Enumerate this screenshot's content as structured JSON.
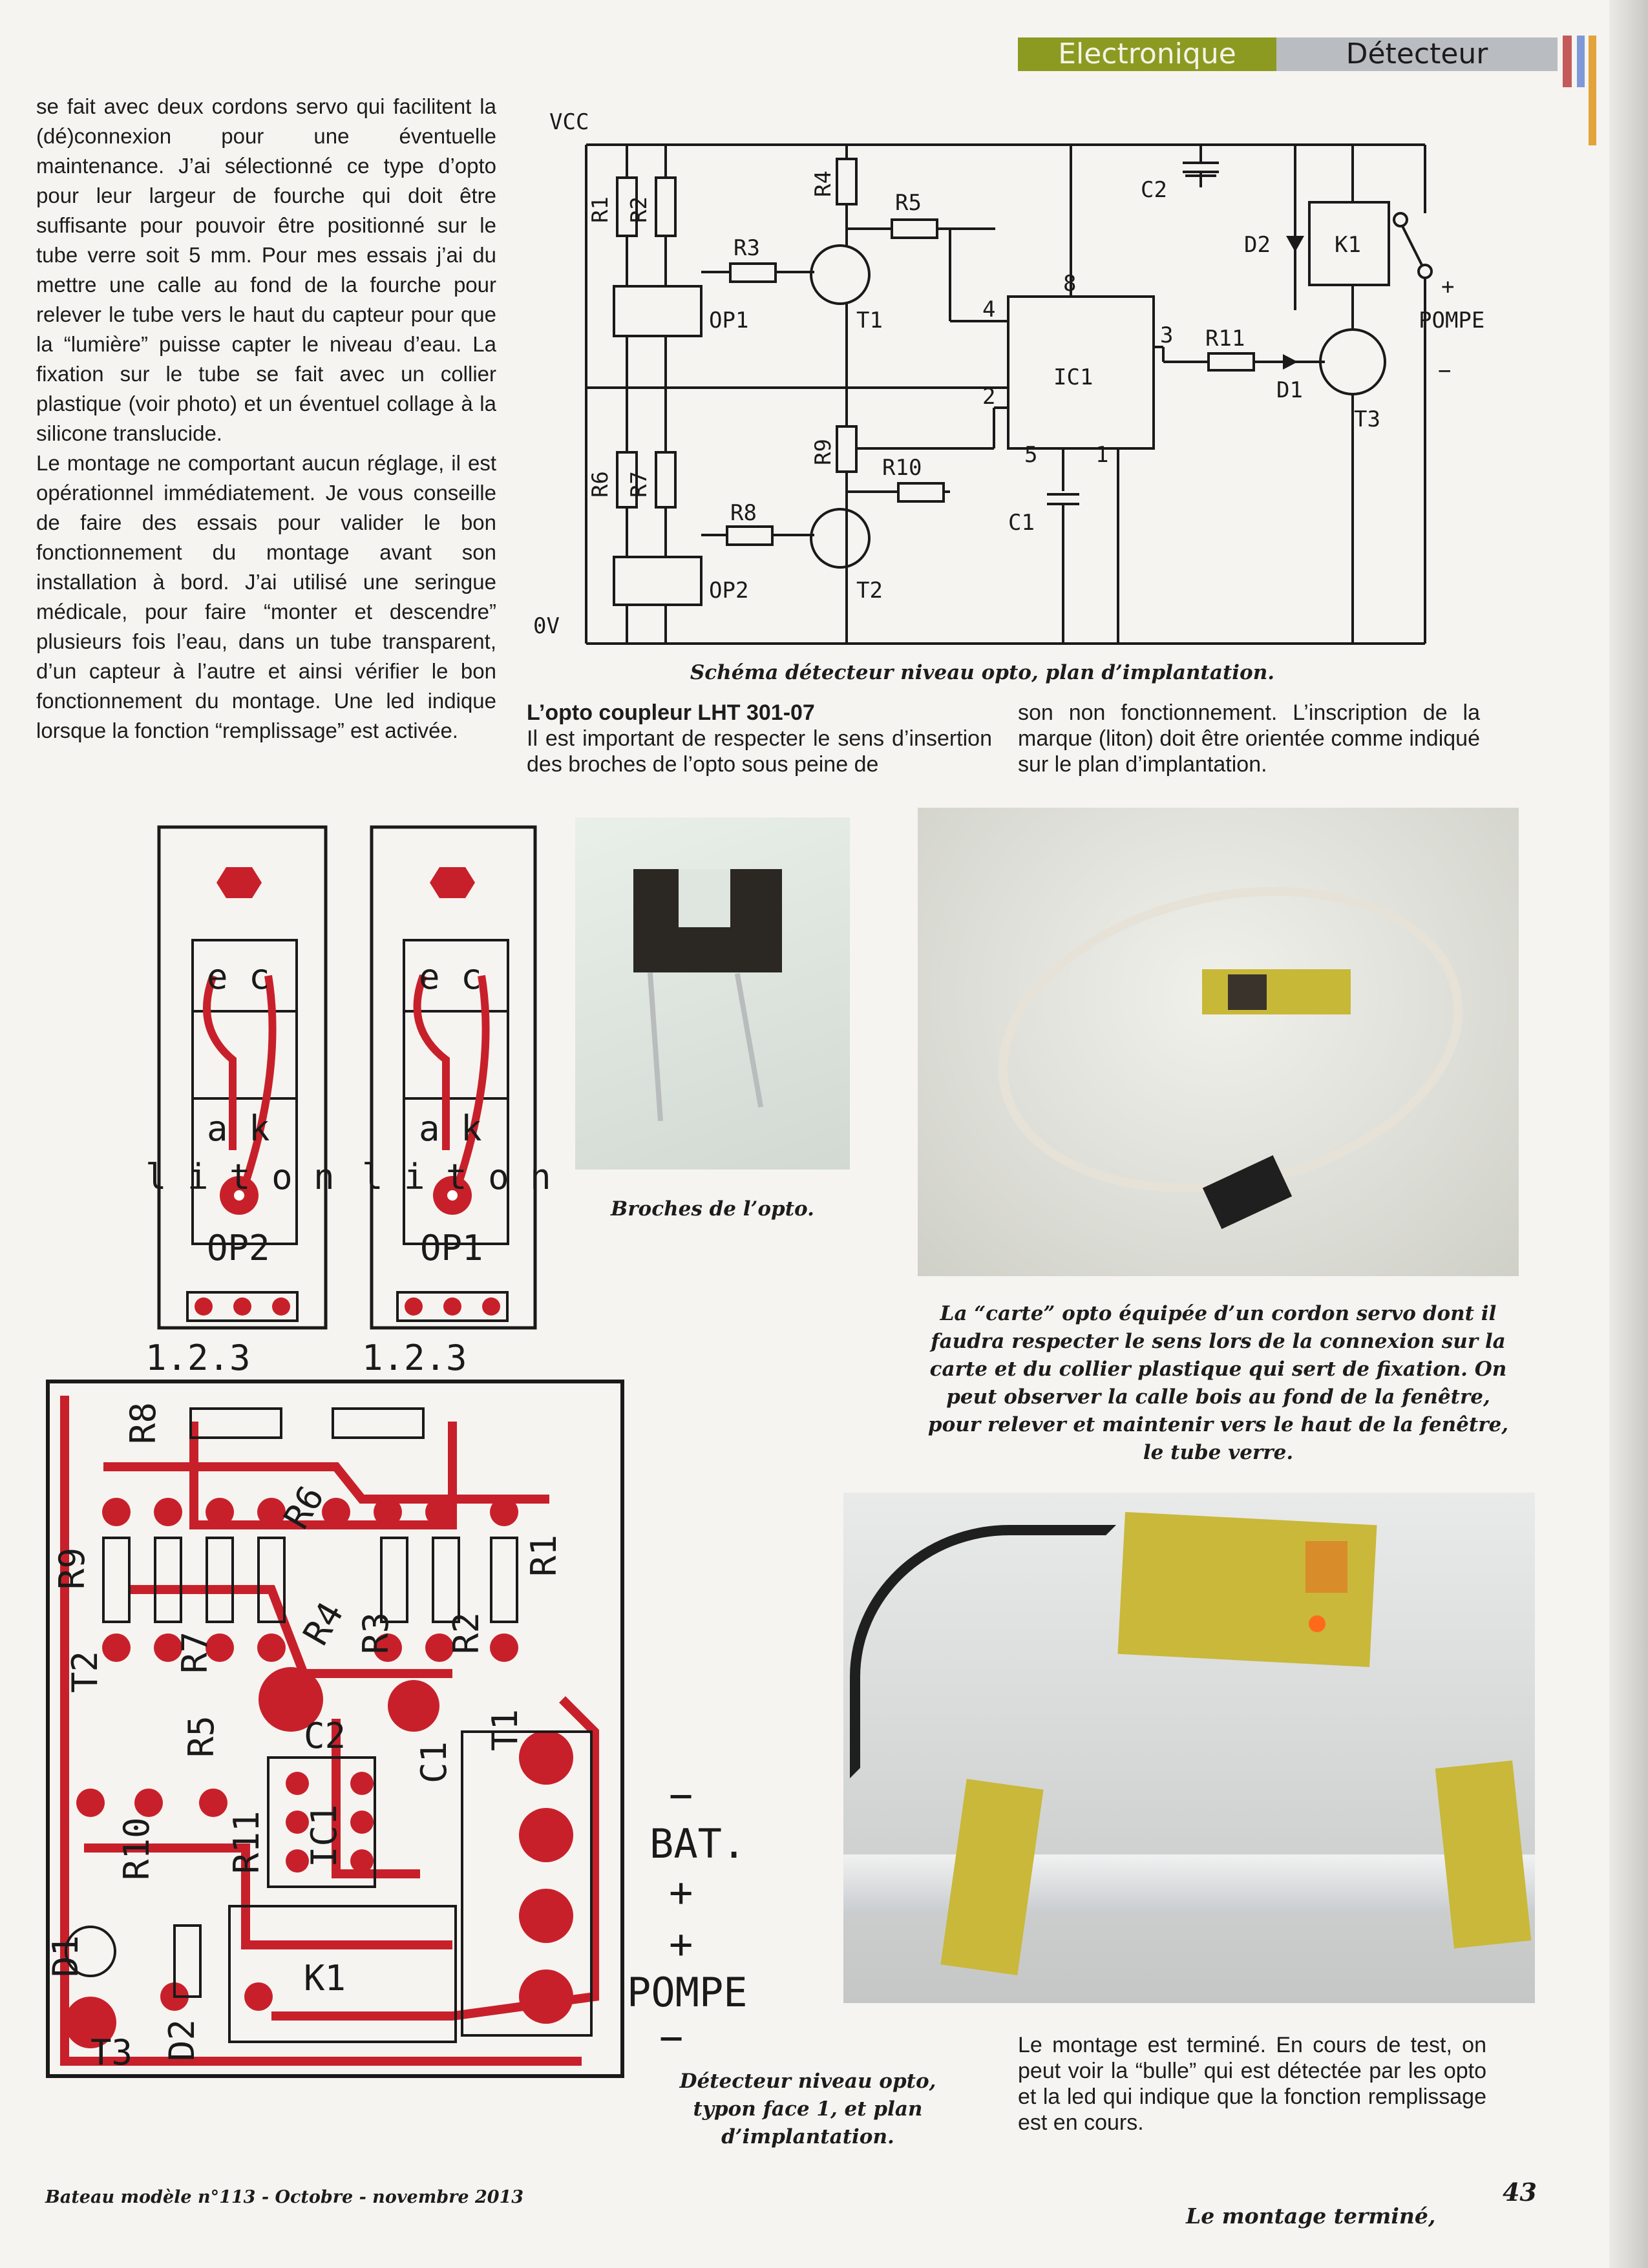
{
  "header": {
    "section": "Electronique",
    "topic": "Détecteur"
  },
  "column1": {
    "paragraphs": [
      "se fait avec deux cordons servo qui facilitent la (dé)connexion pour une éventuelle maintenance. J’ai sélectionné ce type d’opto pour leur largeur de fourche qui doit être suffisante pour pouvoir être positionné sur le tube verre soit 5 mm. Pour mes essais j’ai du mettre une calle au fond de la fourche pour relever le tube vers le haut du capteur pour que la “lumière” puisse capter le niveau d’eau. La fixation sur le tube se fait avec un collier plastique (voir photo) et un éventuel collage à la silicone translucide.",
      "Le montage ne comportant aucun réglage, il est opérationnel immédiatement. Je vous conseille de faire des essais pour valider le bon fonctionnement du montage avant son installation à bord. J’ai utilisé une seringue médicale, pour faire “monter et descendre” plusieurs fois l’eau, dans un tube transparent, d’un capteur à l’autre et ainsi vérifier le bon fonctionnement du montage. Une led indique lorsque la fonction “remplissage” est activée."
    ]
  },
  "schematic": {
    "caption": "Schéma détecteur niveau opto, plan d’implantation.",
    "labels": {
      "vcc": "VCC",
      "ov": "0V",
      "r1": "R1",
      "r2": "R2",
      "r3": "R3",
      "r4": "R4",
      "r5": "R5",
      "r6": "R6",
      "r7": "R7",
      "r8": "R8",
      "r9": "R9",
      "r10": "R10",
      "r11": "R11",
      "t1": "T1",
      "t2": "T2",
      "t3": "T3",
      "op1": "OP1",
      "op2": "OP2",
      "ic1": "IC1",
      "c1": "C1",
      "c2": "C2",
      "d1": "D1",
      "d2": "D2",
      "k1": "K1",
      "pin8": "8",
      "pin4": "4",
      "pin2": "2",
      "pin3": "3",
      "pin5": "5",
      "pin1": "1",
      "pompe": "POMPE",
      "plus": "+",
      "minus": "−"
    }
  },
  "opto_section": {
    "heading": "L’opto coupleur LHT 301-07",
    "text_left": "Il est important de respecter le sens d’insertion des broches de l’opto sous peine de",
    "text_right": "son non fonctionnement. L’inscription de la marque (liton) doit être orientée comme indiqué sur le plan d’implantation."
  },
  "photos": {
    "opto_caption": "Broches de l’opto.",
    "carte_caption": "La “carte” opto équipée d’un cordon servo dont il faudra respecter le sens lors de la connexion sur la carte et du collier plastique qui sert de fixation. On peut observer la calle bois au fond de la fenêtre, pour relever et maintenir vers le haut de la fenêtre, le tube verre.",
    "final_text": "Le montage est terminé. En cours de test, on peut voir la “bulle” qui est détectée par les opto et la led qui indique que la fonction remplissage est en cours."
  },
  "pcb": {
    "caption": "Détecteur niveau opto, typon face 1, et plan d’implantation.",
    "opto_boards": [
      {
        "ec": "e c",
        "ak": "a k",
        "liton": "l i t o n",
        "name": "OP2",
        "pins": "1.2.3"
      },
      {
        "ec": "e c",
        "ak": "a k",
        "liton": "l i t o n",
        "name": "OP1",
        "pins": "1.2.3"
      }
    ],
    "labels": {
      "r8": "R8",
      "r9": "R9",
      "r6": "R6",
      "r1": "R1",
      "r7": "R7",
      "r4": "R4",
      "r3": "R3",
      "r2": "R2",
      "t2": "T2",
      "c2": "C2",
      "t1": "T1",
      "r5": "R5",
      "ic1": "IC1",
      "r10": "R10",
      "r11": "R11",
      "c1": "C1",
      "d1": "D1",
      "k1": "K1",
      "d2": "D2",
      "t3": "T3"
    },
    "terminals": {
      "bat_minus": "−",
      "bat": "BAT.",
      "bat_plus": "+",
      "pompe_plus": "+",
      "pompe": "POMPE",
      "pompe_minus": "−"
    }
  },
  "footer": {
    "magazine": "Bateau modèle n°113 - Octobre - novembre 2013",
    "teaser": "Le montage terminé,",
    "page_number": "43"
  }
}
